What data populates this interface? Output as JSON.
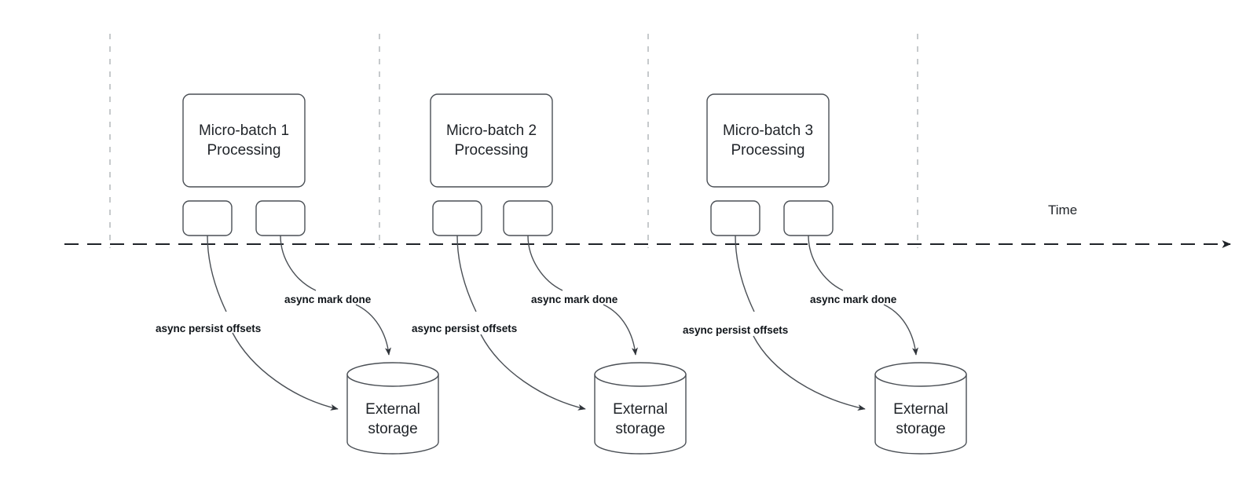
{
  "diagram": {
    "title_axis_label": "Time",
    "colors": {
      "stroke": "#4a4f55",
      "fill": "#ffffff",
      "text": "#1f2328",
      "label_text": "#0f1419",
      "timeline": "#1f2328",
      "divider": "#b8bcc0",
      "arrow": "#2f343a"
    },
    "groups": [
      {
        "id": "group-1",
        "batch_label_line1": "Micro-batch 1",
        "batch_label_line2": "Processing",
        "persist_label": "async persist offsets",
        "mark_label": "async mark done",
        "storage_line1": "External",
        "storage_line2": "storage"
      },
      {
        "id": "group-2",
        "batch_label_line1": "Micro-batch 2",
        "batch_label_line2": "Processing",
        "persist_label": "async persist offsets",
        "mark_label": "async mark done",
        "storage_line1": "External",
        "storage_line2": "storage"
      },
      {
        "id": "group-3",
        "batch_label_line1": "Micro-batch 3",
        "batch_label_line2": "Processing",
        "persist_label": "async persist offsets",
        "mark_label": "async mark done",
        "storage_line1": "External",
        "storage_line2": "storage"
      }
    ]
  }
}
